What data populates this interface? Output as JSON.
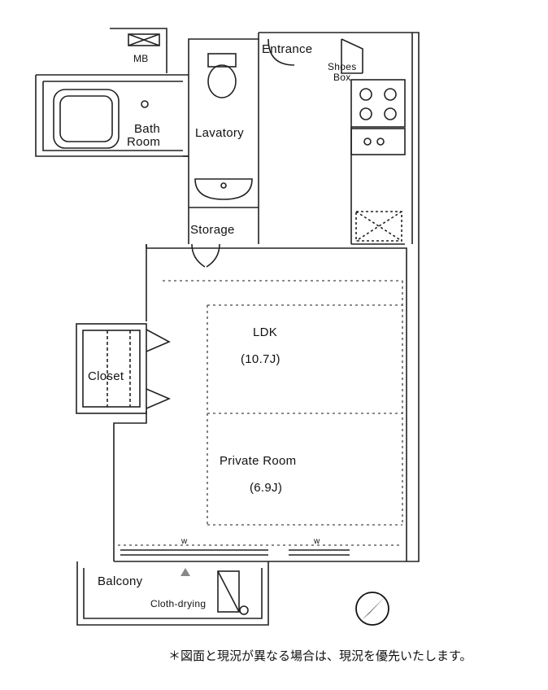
{
  "rooms": {
    "mb": "MB",
    "entrance": "Entrance",
    "shoes_box": [
      "Shoes",
      "Box"
    ],
    "bath_room": [
      "Bath",
      "Room"
    ],
    "lavatory": "Lavatory",
    "storage": "Storage",
    "ldk": "LDK",
    "ldk_size": "(10.7J)",
    "closet": "Closet",
    "private_room": "Private Room",
    "private_room_size": "(6.9J)",
    "balcony": "Balcony",
    "cloth_drying": "Cloth-drying"
  },
  "window_marks": [
    "w",
    "w"
  ],
  "note": "＊図面と現況が異なる場合は、現況を優先いたします。",
  "icons": {
    "compass": "north-arrow-icon"
  }
}
